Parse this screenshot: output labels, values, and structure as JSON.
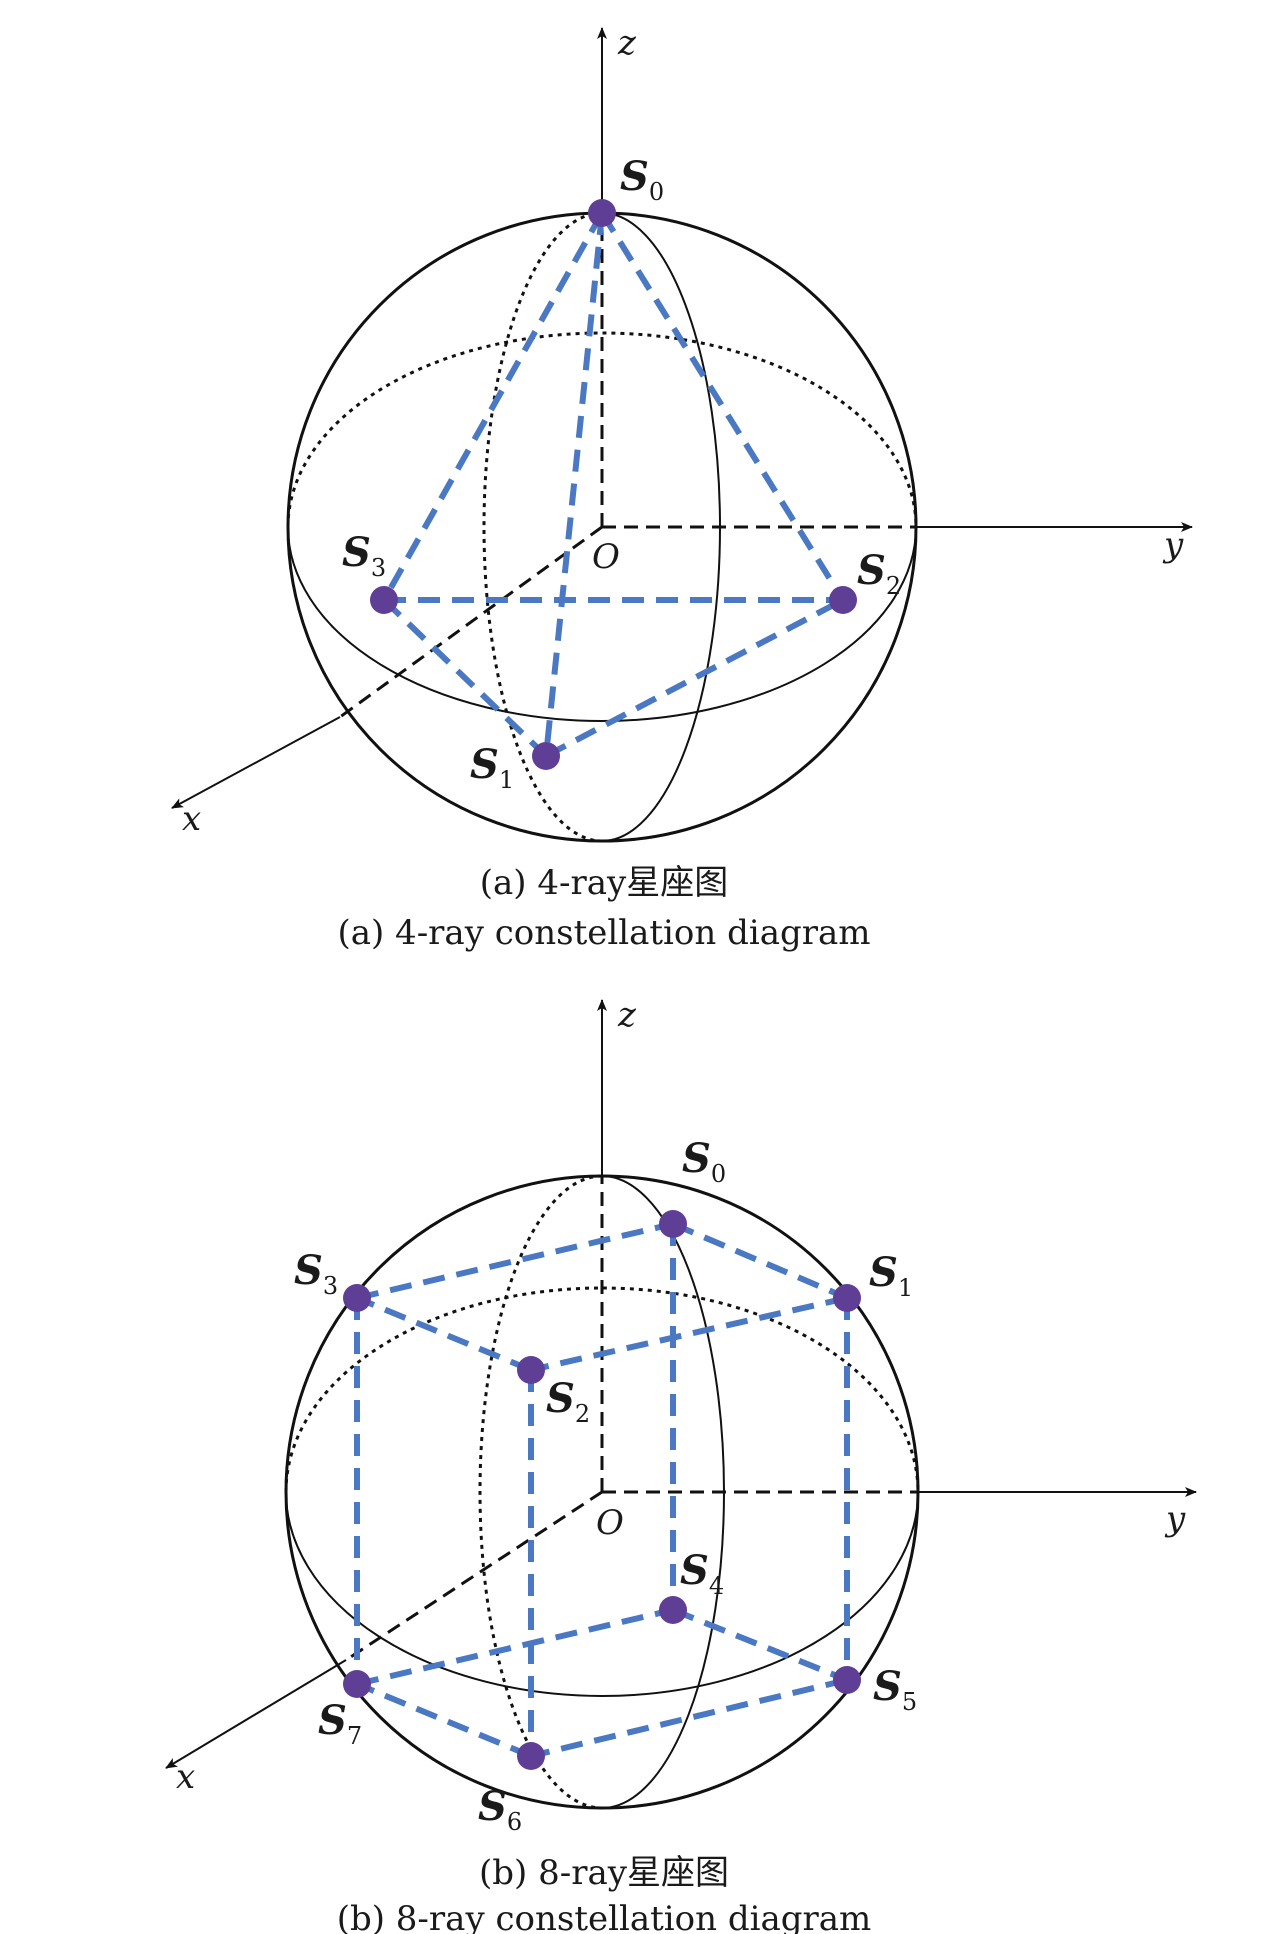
{
  "figure_a": {
    "axes": {
      "z": "z",
      "y": "y",
      "x": "x",
      "origin": "O"
    },
    "points": [
      {
        "letter": "S",
        "sub": "0"
      },
      {
        "letter": "S",
        "sub": "1"
      },
      {
        "letter": "S",
        "sub": "2"
      },
      {
        "letter": "S",
        "sub": "3"
      }
    ],
    "caption_cn": "(a) 4-ray星座图",
    "caption_en": "(a) 4-ray constellation diagram"
  },
  "figure_b": {
    "axes": {
      "z": "z",
      "y": "y",
      "x": "x",
      "origin": "O"
    },
    "points": [
      {
        "letter": "S",
        "sub": "0"
      },
      {
        "letter": "S",
        "sub": "1"
      },
      {
        "letter": "S",
        "sub": "2"
      },
      {
        "letter": "S",
        "sub": "3"
      },
      {
        "letter": "S",
        "sub": "4"
      },
      {
        "letter": "S",
        "sub": "5"
      },
      {
        "letter": "S",
        "sub": "6"
      },
      {
        "letter": "S",
        "sub": "7"
      }
    ],
    "caption_cn": "(b) 8-ray星座图",
    "caption_en": "(b) 8-ray constellation diagram"
  },
  "colors": {
    "point_fill": "#5f3f96",
    "edge_blue": "#4a78c2",
    "line_black": "#111111"
  }
}
